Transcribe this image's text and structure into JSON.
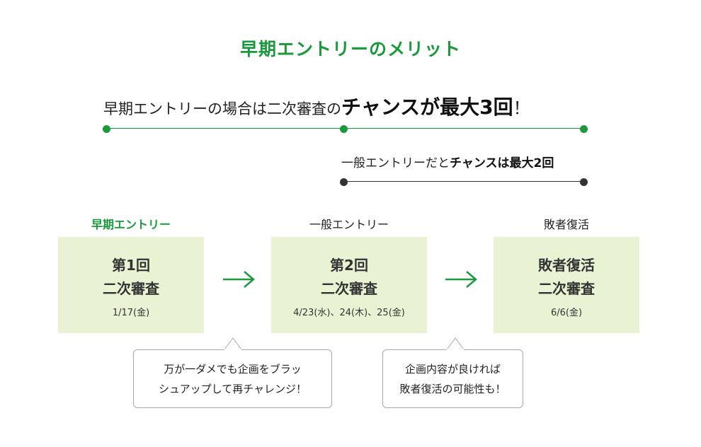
{
  "title": "早期エントリーのメリット",
  "headline_early": {
    "prefix": "早期エントリーの場合は二次審査の",
    "strong": "チャンスが最大3回",
    "suffix": "！"
  },
  "headline_general": {
    "prefix": "一般エントリーだと",
    "strong": "チャンスは最大2回"
  },
  "colors": {
    "accent": "#1a9a3c",
    "card_bg": "#e9f3d4",
    "timeline_dark": "#333333"
  },
  "stages": [
    {
      "label": "早期エントリー",
      "title_line1": "第1回",
      "title_line2": "二次審査",
      "date": "1/17(金)"
    },
    {
      "label": "一般エントリー",
      "title_line1": "第2回",
      "title_line2": "二次審査",
      "date": "4/23(水)、24(木)、25(金)"
    },
    {
      "label": "敗者復活",
      "title_line1": "敗者復活",
      "title_line2": "二次審査",
      "date": "6/6(金)"
    }
  ],
  "notes": [
    {
      "line1": "万が一ダメでも企画をブラッ",
      "line2": "シュアップして再チャレンジ！"
    },
    {
      "line1": "企画内容が良ければ",
      "line2": "敗者復活の可能性も！"
    }
  ]
}
